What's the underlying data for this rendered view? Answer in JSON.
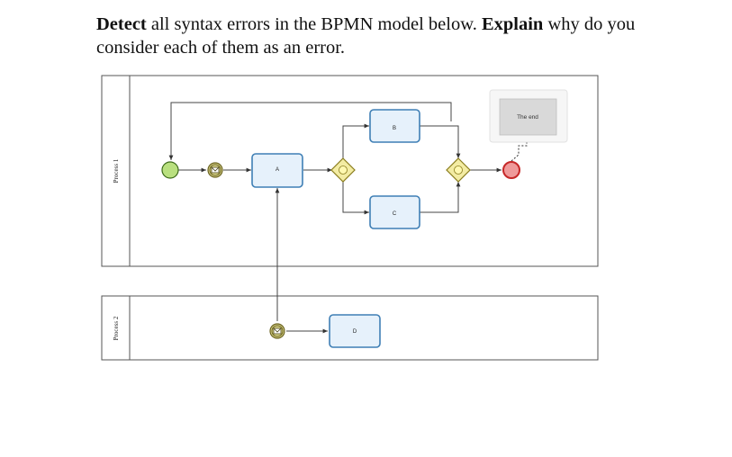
{
  "question": {
    "part1_bold": "Detect",
    "part2": " all syntax errors in the BPMN model below. ",
    "part3_bold": "Explain",
    "part4": " why do you consider each of them as an error."
  },
  "diagram": {
    "pool1_label": "Process 1",
    "pool2_label": "Process 2",
    "task_a": "A",
    "task_b": "B",
    "task_c": "C",
    "task_d": "D",
    "annotation": "The end",
    "colors": {
      "task_fill": "#e6f1fb",
      "task_stroke": "#3f7fb5",
      "start_fill": "#b9e07f",
      "end_stroke": "#c62828",
      "gateway_fill": "#f3eca3",
      "message_event_fill": "#d8d48a"
    }
  }
}
